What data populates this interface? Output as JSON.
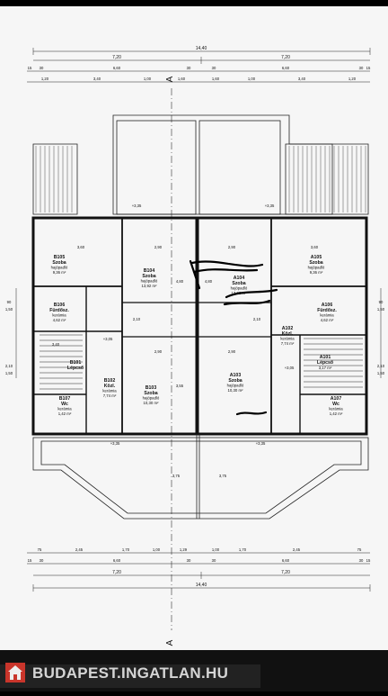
{
  "plan": {
    "section_marker": "A",
    "dims_top": {
      "overall": "14,40",
      "halves": [
        "7,20",
        "7,20"
      ],
      "row2": [
        "15",
        "30",
        "6,60",
        "30",
        "30",
        "6,60",
        "30",
        "15"
      ],
      "row3": [
        "1,20",
        "3,40",
        "1,00",
        "1,60",
        "1,60",
        "1,00",
        "3,40",
        "1,20"
      ]
    },
    "dims_bottom": {
      "row1": [
        "75",
        "2,45",
        "1,70",
        "1,00",
        "1,29",
        "1,00",
        "1,70",
        "2,45",
        "75"
      ],
      "row2": [
        "15",
        "30",
        "6,60",
        "30",
        "30",
        "6,60",
        "30",
        "15"
      ],
      "halves": [
        "7,20",
        "7,20"
      ],
      "overall": "14,40"
    },
    "dims_side": {
      "left": [
        "90",
        "1,50",
        "2,10",
        "1,50"
      ],
      "right": [
        "90",
        "1,50",
        "2,10",
        "1,50"
      ]
    },
    "levels": [
      "+3,35",
      "+3,35",
      "+3,05",
      "+3,05",
      "+3,35",
      "+3,35"
    ],
    "rooms": [
      {
        "code": "B105",
        "name": "Szoba",
        "floor": "hajópadló",
        "area": "9,36 m²"
      },
      {
        "code": "B104",
        "name": "Szoba",
        "floor": "hajópadló",
        "area": "13,92 m²"
      },
      {
        "code": "A104",
        "name": "Szoba",
        "floor": "hajópadló",
        "area": "13,92 m²"
      },
      {
        "code": "A105",
        "name": "Szoba",
        "floor": "hajópadló",
        "area": "9,36 m²"
      },
      {
        "code": "B106",
        "name": "Fürdősz.",
        "floor": "kerámia",
        "area": "4,62 m²"
      },
      {
        "code": "A106",
        "name": "Fürdősz.",
        "floor": "kerámia",
        "area": "4,62 m²"
      },
      {
        "code": "B101",
        "name": "Lépcső",
        "floor": "",
        "area": ""
      },
      {
        "code": "A101",
        "name": "Lépcső",
        "floor": "",
        "area": "3,17 m²"
      },
      {
        "code": "A102",
        "name": "Közl.",
        "floor": "kerámia",
        "area": "7,74 m²"
      },
      {
        "code": "B102",
        "name": "Közl.",
        "floor": "kerámia",
        "area": "7,74 m²"
      },
      {
        "code": "B103",
        "name": "Szoba",
        "floor": "hajópadló",
        "area": "10,30 m²"
      },
      {
        "code": "A103",
        "name": "Szoba",
        "floor": "hajópadló",
        "area": "10,30 m²"
      },
      {
        "code": "B107",
        "name": "Wc",
        "floor": "kerámia",
        "area": "1,42 m²"
      },
      {
        "code": "A107",
        "name": "Wc",
        "floor": "kerámia",
        "area": "1,42 m²"
      }
    ],
    "inner_dims": [
      "3,60",
      "2,90",
      "2,90",
      "3,60",
      "2,10",
      "2,10",
      "3,40",
      "2,90",
      "2,90",
      "3,55",
      "3,75",
      "3,75",
      "4,80",
      "4,80"
    ]
  },
  "watermark": {
    "text": "BUDAPEST.INGATLAN.HU",
    "colors": {
      "bar": "#c9352b",
      "text": "#eeeeee"
    }
  },
  "colors": {
    "sheet": "#f6f6f6",
    "frame": "#000000",
    "ink": "#111111"
  }
}
